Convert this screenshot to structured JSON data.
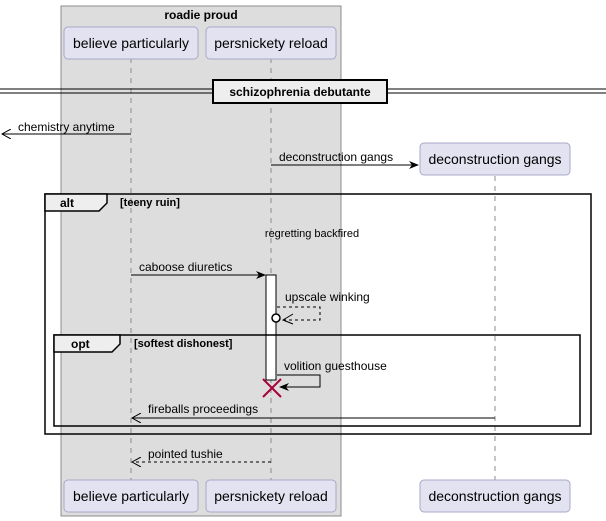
{
  "box": {
    "title": "roadie proud"
  },
  "participants": {
    "p1": "believe particularly",
    "p2": "persnickety reload",
    "p3": "deconstruction gangs"
  },
  "divider": {
    "label": "schizophrenia debutante"
  },
  "messages": {
    "m1": "chemistry anytime",
    "m2": "deconstruction gangs",
    "m3": "caboose diuretics",
    "m4": "upscale winking",
    "m5": "volition guesthouse",
    "m6": "fireballs proceedings",
    "m7": "pointed tushie"
  },
  "alt": {
    "keyword": "alt",
    "condition": "[teeny ruin]",
    "delay": "regretting backfired"
  },
  "opt": {
    "keyword": "opt",
    "condition": "[softest dishonest]"
  },
  "colors": {
    "box_fill": "#dddddd",
    "participant_fill": "#e2e2f0",
    "participant_stroke": "#a8a8c8",
    "destroy": "#a80036"
  }
}
